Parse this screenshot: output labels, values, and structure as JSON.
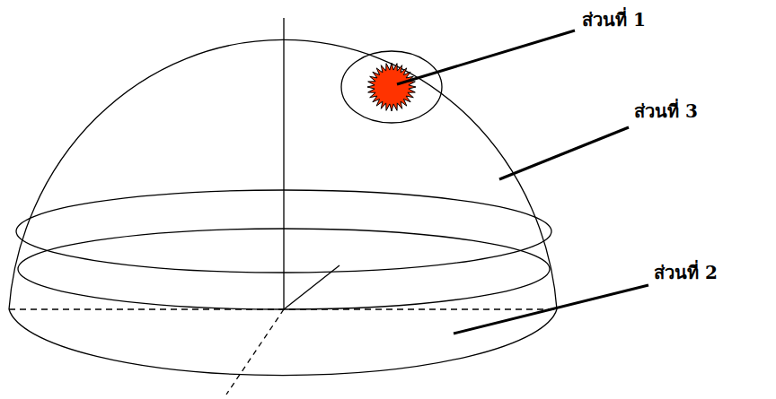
{
  "diagram": {
    "labels": [
      "ส่วนที่ 1",
      "ส่วนที่ 3",
      "ส่วนที่ 2"
    ]
  }
}
